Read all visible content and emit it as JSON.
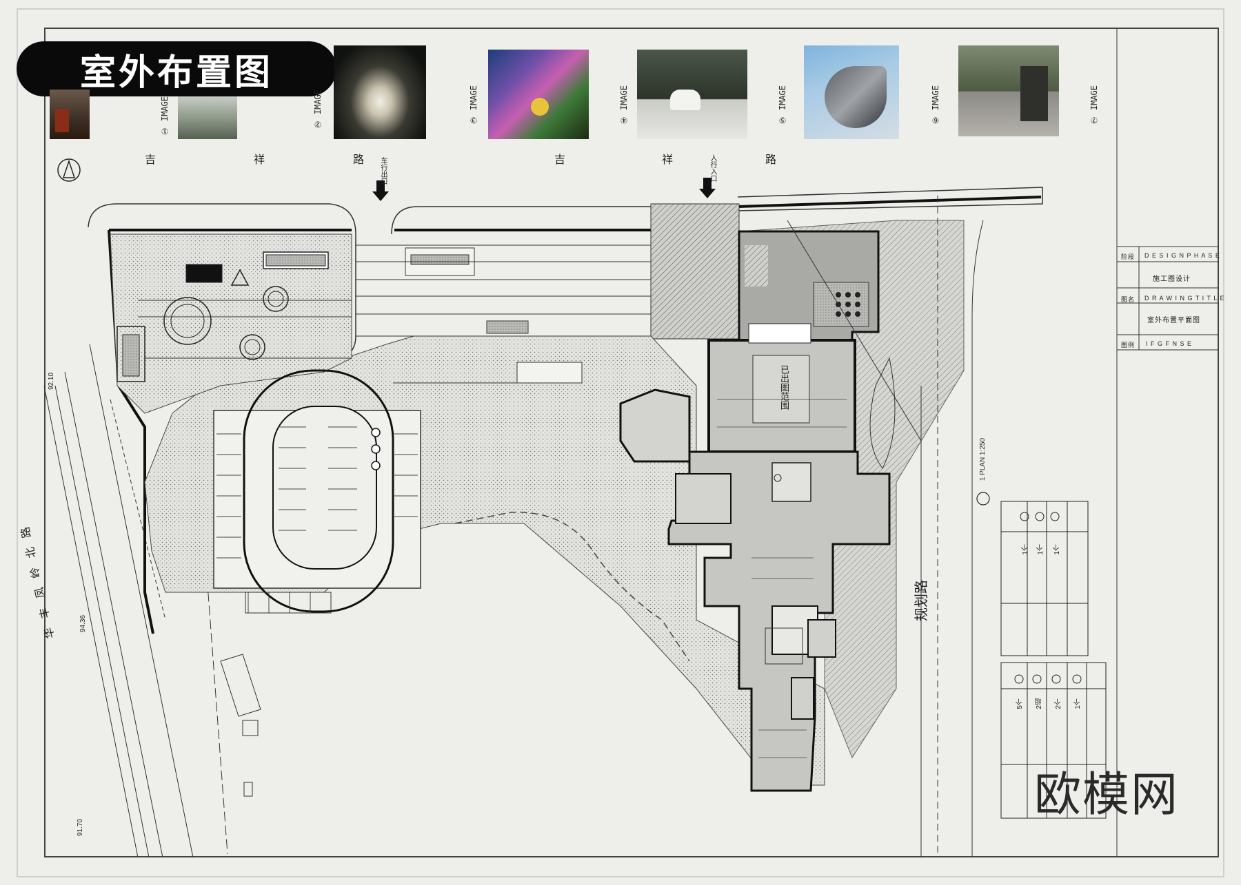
{
  "title": "室外布置图",
  "watermark": "欧模网",
  "images": [
    {
      "num": "1",
      "label": "IMAGE"
    },
    {
      "num": "2",
      "label": "IMAGE"
    },
    {
      "num": "3",
      "label": "IMAGE"
    },
    {
      "num": "4",
      "label": "IMAGE"
    },
    {
      "num": "5",
      "label": "IMAGE"
    },
    {
      "num": "6",
      "label": "IMAGE"
    },
    {
      "num": "7",
      "label": "IMAGE"
    }
  ],
  "roads": {
    "top_left": [
      "吉",
      "祥",
      "路"
    ],
    "top_right": [
      "吉",
      "祥",
      "路"
    ],
    "planned_road": "规划路",
    "left_road": "华丰凤岭北路"
  },
  "map_labels": {
    "vehicle_exit": "车行出口",
    "pedestrian_entry": "人行入口",
    "building_name": "已出图范围",
    "elev_1": "92.10",
    "elev_2": "94.36",
    "elev_3": "91.70"
  },
  "title_block": {
    "design_phase_label": "D E S I G N   P H A S E",
    "design_phase_value": "施工图设计",
    "drawing_title_label": "D R A W I N G   T I T L E",
    "drawing_title_value": "室外布置平面图",
    "field3": "I F G F N S E",
    "row_label_1": "阶段",
    "row_label_2": "图名",
    "row_label_3": "图例"
  },
  "plan_ref": "1 PLAN 1:250",
  "legend_rows": [
    "1个",
    "1个",
    "1个",
    "5个",
    "2组",
    "2个",
    "1个"
  ],
  "colors": {
    "badge_bg": "#0a0a0a",
    "line": "#111111",
    "paper": "#eeeeeb"
  }
}
